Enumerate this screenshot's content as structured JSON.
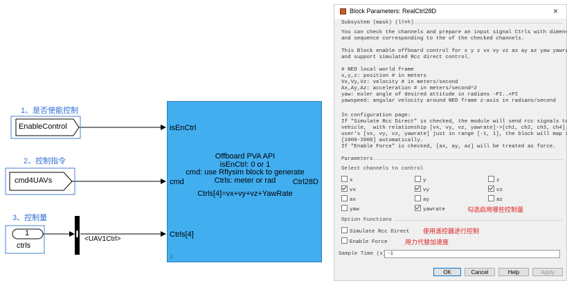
{
  "annotations": {
    "a1": "1、是否使能控制",
    "a2": "2、控制指令",
    "a3": "3、控制量"
  },
  "inputs": {
    "enable": "EnableControl",
    "cmd": "cmd4UAVs",
    "ctrls_num": "1",
    "ctrls_name": "ctrls",
    "bus_label": "<UAV1Ctrl>"
  },
  "block": {
    "port_isEn": "isEnCtrl",
    "port_cmd": "cmd",
    "port_ctrls": "Ctrls[4]",
    "line1": "Offboard PVA API",
    "line2": "isEnCtrl: 0 or 1",
    "line3": "cmd: use Rflysim block to generate",
    "line4": "Ctrls: meter or rad",
    "line5": "Ctrls[4]=vx+vy+vz+YawRate",
    "name": "Ctrl28D"
  },
  "dialog": {
    "title": "Block Parameters: RealCtrl28D",
    "close": "×",
    "subsystem": "Subsystem (mask) (link)",
    "desc1": "You can check the channels and prepare an input signal Ctrls with dimension\nand sequence corresponding to the of the checked channels.",
    "desc2": "This Block enable offboard control for x y z vx vy vz ax ay az yaw yawrate,\nand support simulated Rcc direct control.",
    "desc3": "# NED local world frame\nx,y,z: position # in meters\nVx,Vy,Vz: velocity # in meters/second\nAx,Ay,Az: acceleration # in meters/second^2\nyaw: euler angle of desired attitude in radians -PI..+PI\nyawspeed: angular velocity around NED frame z-axis in radians/second",
    "desc4": "In configuration page:\nIf \"Simulate Rcc Direct\" is checked, the module will send rcc signals to\nvehicle,  with relationship [vx, vy, vz, yawrate]->[ch1, ch2, ch3, ch4]. The\nuser's [vx, vy, vz, yawrate] just in range [-1, 1], the block will map it to\n[1000-2000] automatically.\nIf \"Enable Force\" is checked, [ax, ay, az] will be treated as force.",
    "params_label": "Parameters",
    "select_label": "Select channels to control",
    "channels": [
      {
        "label": "x",
        "checked": false
      },
      {
        "label": "y",
        "checked": false
      },
      {
        "label": "z",
        "checked": false
      },
      {
        "label": "vx",
        "checked": true
      },
      {
        "label": "vy",
        "checked": true
      },
      {
        "label": "vz",
        "checked": true
      },
      {
        "label": "ax",
        "checked": false
      },
      {
        "label": "ay",
        "checked": false
      },
      {
        "label": "az",
        "checked": false
      },
      {
        "label": "yaw",
        "checked": false
      },
      {
        "label": "yawrate",
        "checked": true
      }
    ],
    "note_channels": "勾选启用哪些控制量",
    "options_label": "Option Functions",
    "opt_rcc": "Simulate Rcc Direct",
    "opt_force": "Enable Force",
    "note_rcc": "使用遥控器进行控制",
    "note_force": "用力代替加速度",
    "sample_label": "Sample Time (s)",
    "sample_value": "-1",
    "btn_ok": "OK",
    "btn_cancel": "Cancel",
    "btn_help": "Help",
    "btn_apply": "Apply"
  }
}
